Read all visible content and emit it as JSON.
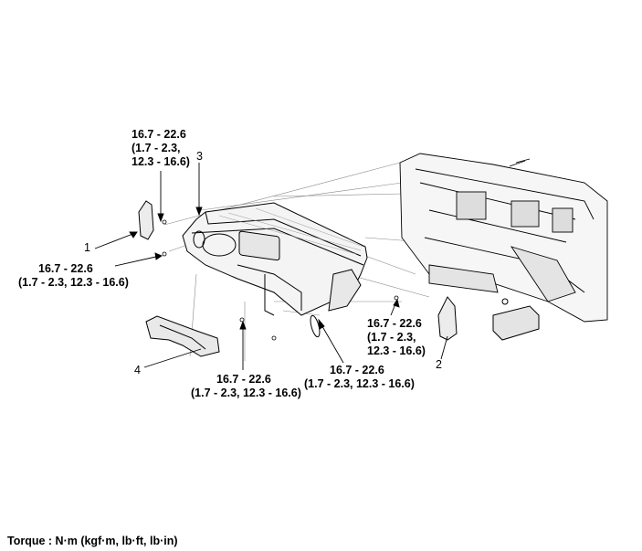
{
  "torque_specs": {
    "t1": {
      "line1": "16.7 - 22.6",
      "line2": "(1.7 - 2.3,",
      "line3": "12.3 - 16.6)"
    },
    "t2": {
      "line1": "16.7 - 22.6",
      "line2": "(1.7 - 2.3, 12.3 - 16.6)"
    },
    "t3": {
      "line1": "16.7 - 22.6",
      "line2": "(1.7 - 2.3, 12.3 - 16.6)"
    },
    "t4": {
      "line1": "16.7 - 22.6",
      "line2": "(1.7 - 2.3, 12.3 - 16.6)"
    },
    "t5": {
      "line1": "16.7 - 22.6",
      "line2": "(1.7 - 2.3,",
      "line3": "12.3 - 16.6)"
    }
  },
  "callouts": {
    "c1": "1",
    "c2": "2",
    "c3": "3",
    "c4": "4"
  },
  "caption": "Torque : N·m (kgf·m, lb·ft, lb·in)"
}
